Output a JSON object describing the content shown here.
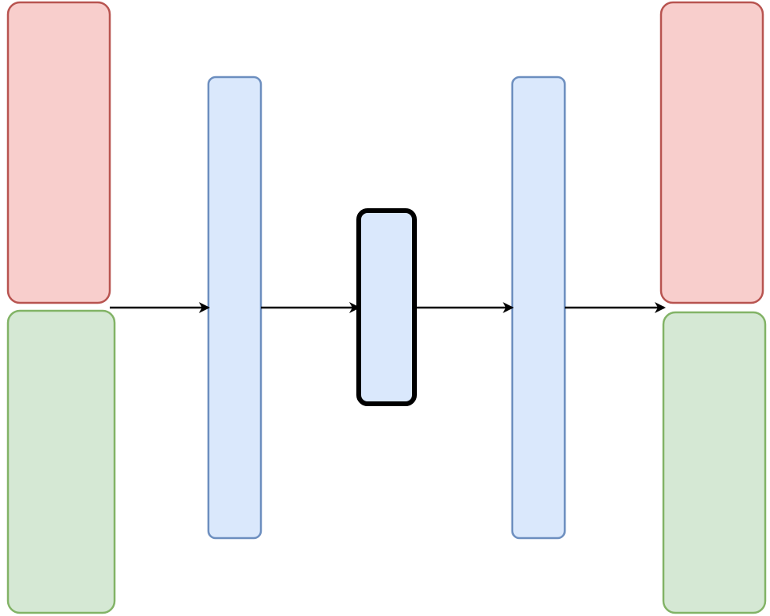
{
  "diagram": {
    "nodes": [
      {
        "id": "input-top",
        "name": "input-top-block",
        "shape": "rounded-rect",
        "fill": "#f8cecc",
        "stroke": "#b85450"
      },
      {
        "id": "input-bottom",
        "name": "input-bottom-block",
        "shape": "rounded-rect",
        "fill": "#d5e8d4",
        "stroke": "#82b366"
      },
      {
        "id": "encoder",
        "name": "encoder-layer",
        "shape": "rounded-rect",
        "fill": "#dae8fc",
        "stroke": "#6c8ebf"
      },
      {
        "id": "bottleneck",
        "name": "bottleneck-layer",
        "shape": "rounded-rect",
        "fill": "#dae8fc",
        "stroke": "#000000",
        "emphasis": "bold-border"
      },
      {
        "id": "decoder",
        "name": "decoder-layer",
        "shape": "rounded-rect",
        "fill": "#dae8fc",
        "stroke": "#6c8ebf"
      },
      {
        "id": "output-top",
        "name": "output-top-block",
        "shape": "rounded-rect",
        "fill": "#f8cecc",
        "stroke": "#b85450"
      },
      {
        "id": "output-bottom",
        "name": "output-bottom-block",
        "shape": "rounded-rect",
        "fill": "#d5e8d4",
        "stroke": "#82b366"
      }
    ],
    "edges": [
      {
        "name": "arrow-input-to-encoder",
        "from": "input",
        "to": "encoder"
      },
      {
        "name": "arrow-encoder-to-bottleneck",
        "from": "encoder",
        "to": "bottleneck"
      },
      {
        "name": "arrow-bottleneck-to-decoder",
        "from": "bottleneck",
        "to": "decoder"
      },
      {
        "name": "arrow-decoder-to-output",
        "from": "decoder",
        "to": "output"
      }
    ],
    "colors": {
      "red_fill": "#f8cecc",
      "red_stroke": "#b85450",
      "green_fill": "#d5e8d4",
      "green_stroke": "#82b366",
      "blue_fill": "#dae8fc",
      "blue_stroke": "#6c8ebf",
      "arrow": "#000000"
    }
  }
}
